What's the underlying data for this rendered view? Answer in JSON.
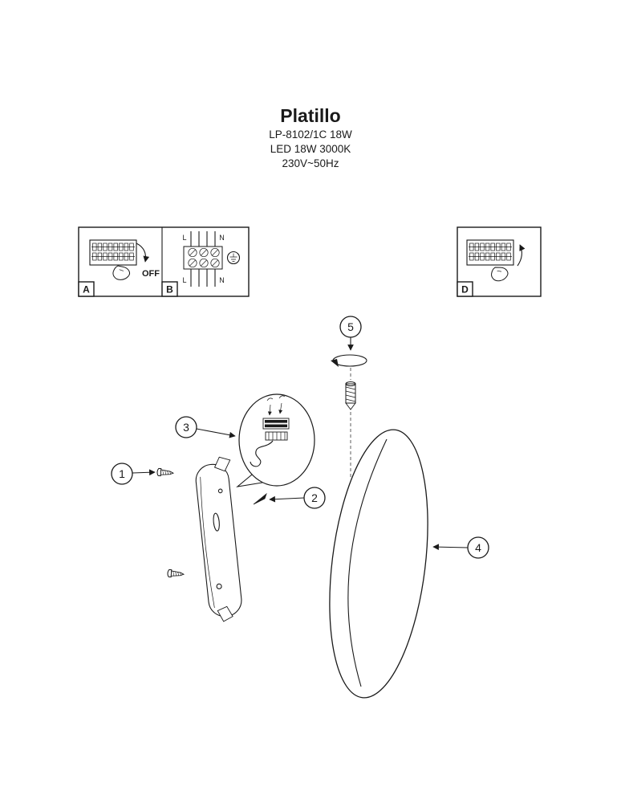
{
  "product": {
    "title": "Platillo",
    "model": "LP-8102/1C 18W",
    "led_spec": "LED 18W 3000K",
    "power_spec": "230V~50Hz"
  },
  "steps": {
    "step_a_label": "A",
    "step_b_label": "B",
    "step_d_label": "D",
    "off_label": "OFF"
  },
  "wiring": {
    "top_left": "L",
    "top_right": "N",
    "bottom_left": "L",
    "bottom_right": "N"
  },
  "callouts": {
    "part1": "1",
    "part2": "2",
    "part3": "3",
    "part4": "4",
    "part5": "5"
  },
  "colors": {
    "ink": "#1a1a1a",
    "paper": "#ffffff"
  }
}
